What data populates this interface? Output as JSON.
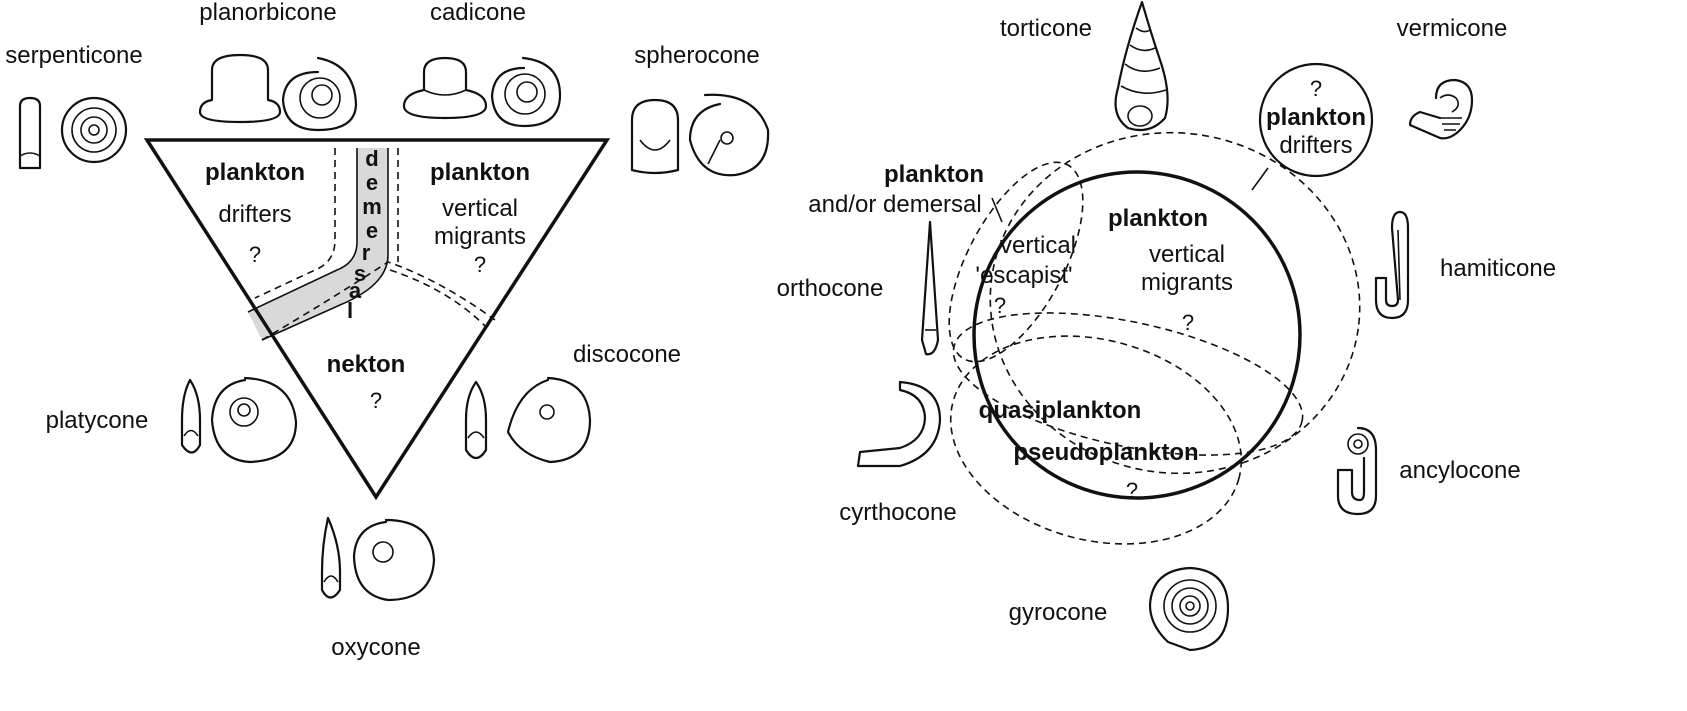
{
  "triangle_diagram": {
    "zones": {
      "plankton_drifters": {
        "title": "plankton",
        "sub": "drifters",
        "q": "?"
      },
      "demersal": {
        "letters": [
          "d",
          "e",
          "m",
          "e",
          "r",
          "s",
          "a",
          "l"
        ]
      },
      "plankton_migrants": {
        "title": "plankton",
        "sub1": "vertical",
        "sub2": "migrants",
        "q": "?"
      },
      "nekton": {
        "title": "nekton",
        "q": "?"
      }
    },
    "morphotypes": {
      "serpenticone": "serpenticone",
      "planorbicone": "planorbicone",
      "cadicone": "cadicone",
      "spherocone": "spherocone",
      "platycone": "platycone",
      "discocone": "discocone",
      "oxycone": "oxycone"
    }
  },
  "circle_diagram": {
    "zones": {
      "plankton_drifters": {
        "q": "?",
        "title": "plankton",
        "sub": "drifters"
      },
      "plankton_demersal": {
        "title": "plankton",
        "sub": "and/or demersal"
      },
      "vertical_escapist": {
        "l1": "vertical",
        "l2": "'escapist'",
        "q": "?"
      },
      "plankton_migrants": {
        "title": "plankton",
        "sub1": "vertical",
        "sub2": "migrants",
        "q": "?"
      },
      "quasiplankton": {
        "title": "quasiplankton"
      },
      "pseudoplankton": {
        "title": "pseudoplankton",
        "q": "?"
      }
    },
    "morphotypes": {
      "torticone": "torticone",
      "vermicone": "vermicone",
      "orthocone": "orthocone",
      "hamiticone": "hamiticone",
      "cyrthocone": "cyrthocone",
      "ancylocone": "ancylocone",
      "gyrocone": "gyrocone"
    }
  }
}
